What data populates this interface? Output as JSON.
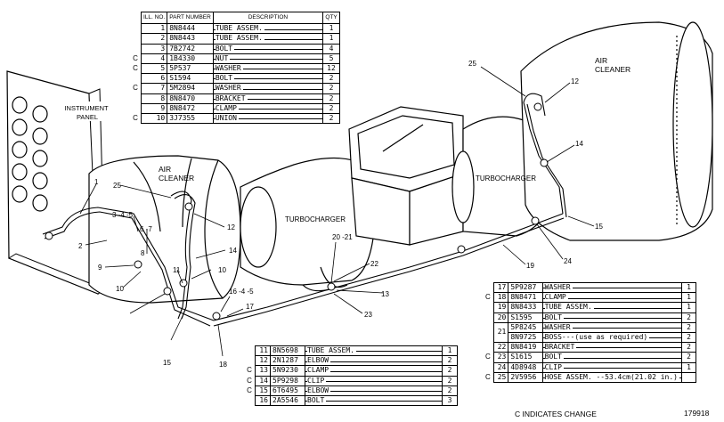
{
  "tables": {
    "top": {
      "headers": [
        "ILL. NO.",
        "PART NUMBER",
        "DESCRIPTION",
        "QTY"
      ],
      "rows": [
        {
          "c": "",
          "ill": "1",
          "part": "8N8444",
          "desc": "TUBE ASSEM.",
          "qty": "1"
        },
        {
          "c": "",
          "ill": "2",
          "part": "8N8443",
          "desc": "TUBE ASSEM.",
          "qty": "1"
        },
        {
          "c": "",
          "ill": "3",
          "part": "7B2742",
          "desc": "BOLT",
          "qty": "4"
        },
        {
          "c": "C",
          "ill": "4",
          "part": "1B4330",
          "desc": "NUT",
          "qty": "5"
        },
        {
          "c": "C",
          "ill": "5",
          "part": "5P537",
          "desc": "WASHER",
          "qty": "12"
        },
        {
          "c": "",
          "ill": "6",
          "part": "S1594",
          "desc": "BOLT",
          "qty": "2"
        },
        {
          "c": "C",
          "ill": "7",
          "part": "5M2894",
          "desc": "WASHER",
          "qty": "2"
        },
        {
          "c": "",
          "ill": "8",
          "part": "8N8470",
          "desc": "BRACKET",
          "qty": "2"
        },
        {
          "c": "",
          "ill": "9",
          "part": "8N8472",
          "desc": "CLAMP",
          "qty": "2"
        },
        {
          "c": "C",
          "ill": "10",
          "part": "3J7355",
          "desc": "UNION",
          "qty": "2"
        }
      ]
    },
    "bottom_left": {
      "rows": [
        {
          "c": "",
          "ill": "11",
          "part": "8N5698",
          "desc": "TUBE ASSEM.",
          "qty": "1"
        },
        {
          "c": "",
          "ill": "12",
          "part": "2N1287",
          "desc": "ELBOW",
          "qty": "2"
        },
        {
          "c": "C",
          "ill": "13",
          "part": "5N9230",
          "desc": "CLAMP",
          "qty": "2"
        },
        {
          "c": "C",
          "ill": "14",
          "part": "5P9298",
          "desc": "CLIP",
          "qty": "2"
        },
        {
          "c": "C",
          "ill": "15",
          "part": "6T6495",
          "desc": "ELBOW",
          "qty": "2"
        },
        {
          "c": "",
          "ill": "16",
          "part": "2A5546",
          "desc": "BOLT",
          "qty": "3"
        }
      ]
    },
    "bottom_right": {
      "rows": [
        {
          "c": "",
          "ill": "17",
          "part": "5P9287",
          "desc": "WASHER",
          "qty": "1"
        },
        {
          "c": "C",
          "ill": "18",
          "part": "8N8471",
          "desc": "CLAMP",
          "qty": "1"
        },
        {
          "c": "",
          "ill": "19",
          "part": "8N8433",
          "desc": "TUBE ASSEM.",
          "qty": "1"
        },
        {
          "c": "",
          "ill": "20",
          "part": "S1595",
          "desc": "BOLT",
          "qty": "2"
        },
        {
          "c": "",
          "ill": "21a",
          "part": "5P8245",
          "desc": "WASHER",
          "qty": "2"
        },
        {
          "c": "",
          "ill": "21b",
          "part": "8N9725",
          "desc": "BOSS---(use as required)",
          "qty": "2"
        },
        {
          "c": "",
          "ill": "22",
          "part": "8N8419",
          "desc": "BRACKET",
          "qty": "2"
        },
        {
          "c": "C",
          "ill": "23",
          "part": "S1615",
          "desc": "BOLT",
          "qty": "2"
        },
        {
          "c": "",
          "ill": "24",
          "part": "4D8948",
          "desc": "CLIP",
          "qty": "1"
        },
        {
          "c": "C",
          "ill": "25",
          "part": "2V5956",
          "desc": "HOSE ASSEM. --53.4cm(21.02 in.)",
          "qty": ""
        }
      ]
    }
  },
  "labels": {
    "instrument_panel": "INSTRUMENT PANEL",
    "air_cleaner": "AIR CLEANER",
    "turbocharger": "TURBOCHARGER",
    "c_note": "C INDICATES CHANGE",
    "fig_number": "179918",
    "row21": "21"
  },
  "callouts": [
    "1",
    "2",
    "3 -4 -5",
    "6 -7",
    "8",
    "9",
    "10",
    "11",
    "12",
    "13",
    "14",
    "15",
    "16 -4 -5",
    "17",
    "18",
    "19",
    "20 -21",
    "22",
    "23",
    "24",
    "25"
  ]
}
